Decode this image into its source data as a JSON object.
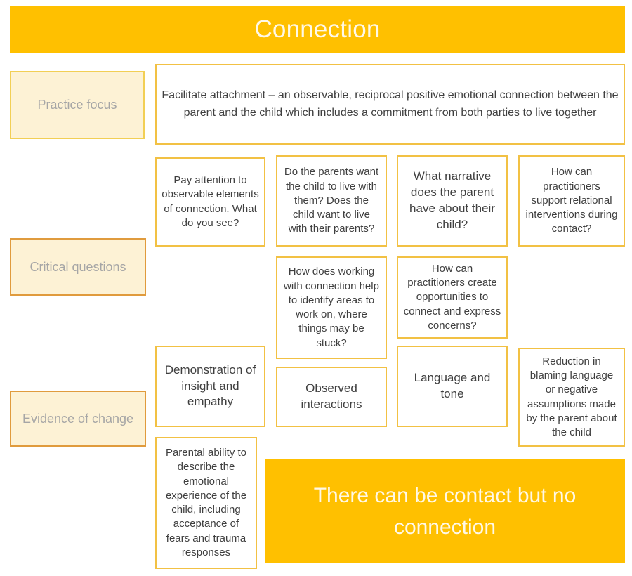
{
  "header": {
    "title": "Connection"
  },
  "footer": {
    "statement": "There can be contact but no connection"
  },
  "rows": {
    "practice_focus": {
      "label": "Practice focus",
      "statement": "Facilitate attachment – an observable, reciprocal positive emotional connection between the parent and the child which includes a commitment from both parties to live together"
    },
    "critical_questions": {
      "label": "Critical questions",
      "cards": [
        "Pay attention to observable elements of connection. What do you see?",
        "Do the parents want the child to live with them? Does the child want to live with their parents?",
        "What narrative does the parent have about their child?",
        "How can practitioners support relational interventions during contact?",
        "How does working with connection help to identify areas to work on, where things may be stuck?",
        "How can practitioners create opportunities to connect and express concerns?"
      ]
    },
    "evidence_of_change": {
      "label": "Evidence of change",
      "cards": [
        "Demonstration of insight and empathy",
        "Observed interactions",
        "Language and tone",
        "Reduction in blaming language or negative assumptions made by the parent about the child",
        "Parental ability to describe the emotional experience of the child, including acceptance of fears and trauma responses"
      ]
    }
  },
  "colors": {
    "banner_fill": "#FFC000",
    "banner_text": "#FFF8E7",
    "card_border": "#F2C144",
    "label_fill": "#FDF2D5",
    "label_border_focus": "#F2CF55",
    "label_border_accent": "#E09B3D",
    "label_text": "#A6A6A6",
    "body_text": "#3F3F3F"
  }
}
